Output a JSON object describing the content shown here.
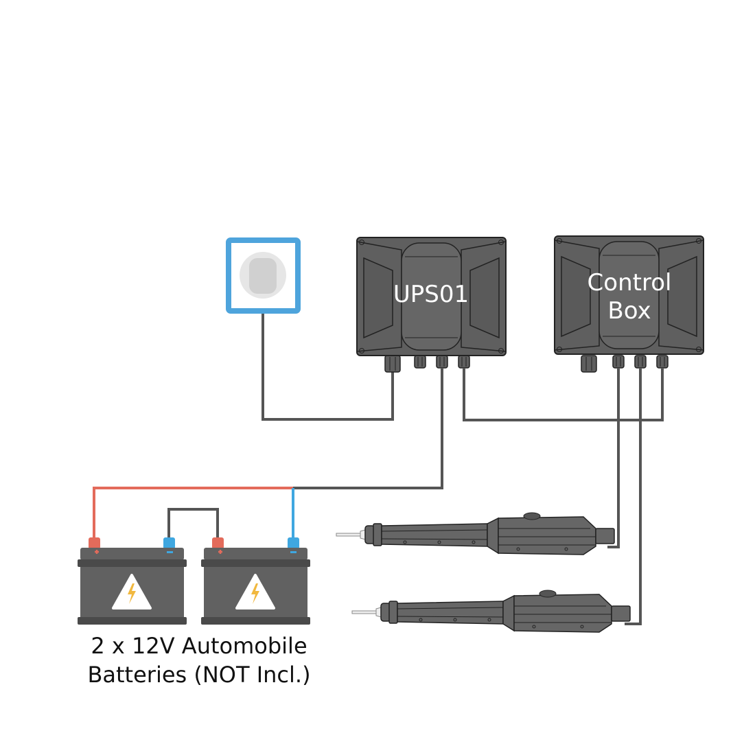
{
  "devices": {
    "ups": {
      "label": "UPS01"
    },
    "control_box": {
      "label_line1": "Control",
      "label_line2": "Box"
    }
  },
  "batteries": {
    "caption_line1": "2 x 12V Automobile",
    "caption_line2": "Batteries (NOT Incl.)",
    "count": 2
  },
  "colors": {
    "wire": "#555555",
    "positive": "#e36b5b",
    "negative": "#3fa7e0",
    "outlet": "#4ea4dc",
    "enclosure": "#5f5f5f",
    "battery": "#5e5e5e",
    "bolt": "#f1b83f"
  },
  "icons": [
    "wall-outlet-icon",
    "enclosure-icon",
    "battery-icon",
    "warning-bolt-icon",
    "linear-actuator-icon"
  ]
}
